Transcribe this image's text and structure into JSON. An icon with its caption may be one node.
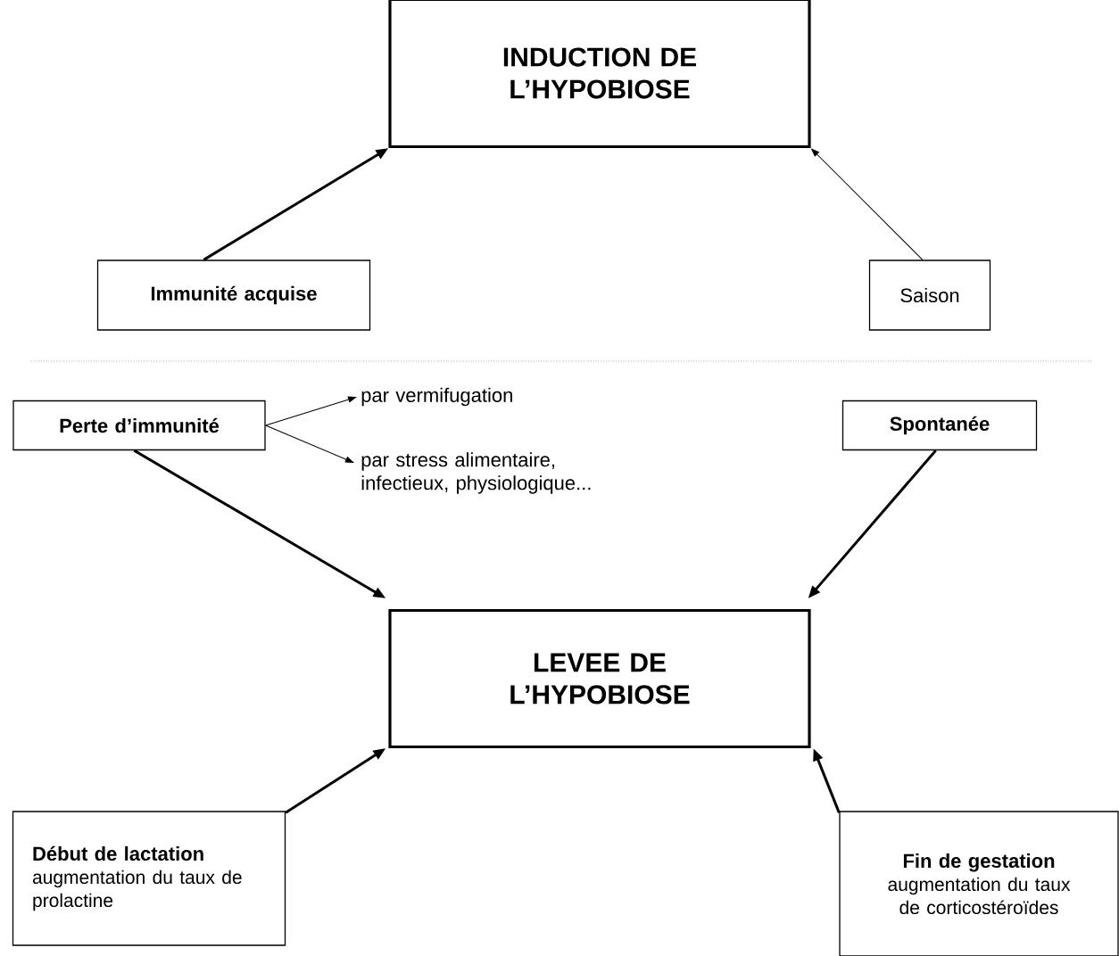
{
  "diagram": {
    "nodes": [
      {
        "text": [
          "INDUCTION DE L’HYPOBIOSE"
        ]
      },
      {
        "text": [
          "Immunité acquise"
        ]
      },
      {
        "text": [
          "Saison"
        ]
      },
      {
        "text": [
          "Perte d’immunité"
        ]
      },
      {
        "text": [
          "par vermifugation"
        ]
      },
      {
        "text": [
          "par stress alimentaire, infectieux, physiologique..."
        ]
      },
      {
        "text": [
          "Spontanée"
        ]
      },
      {
        "text": [
          "LEVEE DE L’HYPOBIOSE"
        ]
      },
      {
        "text": [
          "Début de lactation",
          "augmentation du taux de prolactine"
        ]
      },
      {
        "text": [
          "Fin de gestation",
          "augmentation du taux de corticostéroïdes"
        ]
      }
    ],
    "edges": [
      {
        "from": 1,
        "to": 0,
        "arrow": "to"
      },
      {
        "from": 2,
        "to": 0,
        "arrow": "to"
      },
      {
        "from": 3,
        "to": 4,
        "arrow": "to"
      },
      {
        "from": 3,
        "to": 5,
        "arrow": "to"
      },
      {
        "from": 3,
        "to": 7,
        "arrow": "to"
      },
      {
        "from": 6,
        "to": 7,
        "arrow": "to"
      },
      {
        "from": 8,
        "to": 7,
        "arrow": "to"
      },
      {
        "from": 9,
        "to": 7,
        "arrow": "to"
      }
    ]
  }
}
